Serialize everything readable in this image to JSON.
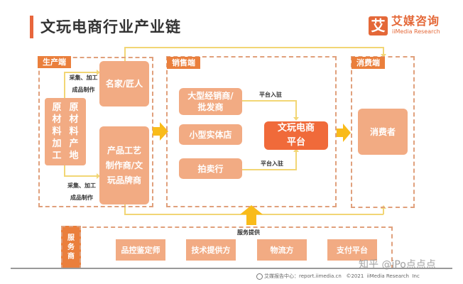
{
  "header": {
    "title": "文玩电商行业产业链"
  },
  "logo": {
    "glyph": "艾",
    "name_cn": "艾媒咨询",
    "name_en": "iiMedia Research"
  },
  "production": {
    "tag": "生产端",
    "raw_material": {
      "col1": "原材料加工",
      "col2": "原材料产地"
    },
    "note_top": {
      "line1": "采集、加工",
      "line2": "成品制作"
    },
    "note_bottom": {
      "line1": "采集、加工",
      "line2": "成品制作"
    },
    "masters": "名家/匠人",
    "makers": {
      "line1": "产品工艺",
      "line2": "制作商/文",
      "line3": "玩品牌商"
    }
  },
  "sales": {
    "tag": "销售端",
    "dealers": {
      "line1": "大型经销商/",
      "line2": "批发商"
    },
    "small_store": "小型实体店",
    "auction": "拍卖行",
    "platform": {
      "line1": "文玩电商",
      "line2": "平台"
    },
    "note_top": "平台入驻",
    "note_bottom": "平台入驻"
  },
  "consumer": {
    "tag": "消费端",
    "consumer": "消费者"
  },
  "service": {
    "tag": "服务商",
    "tag_chars": [
      "服",
      "务",
      "商"
    ],
    "provide_label": "服务提供",
    "items": [
      "品控鉴定师",
      "技术提供方",
      "物流方",
      "支付平台"
    ]
  },
  "footer": {
    "source": "艾媒报告中心：report.iimedia.cn   ©2021  iiMedia Research  Inc"
  },
  "watermark": {
    "text": "知乎 @iPo点点点"
  },
  "colors": {
    "accent": "#e8663c",
    "node": "#f2ab83",
    "platform": "#f06a3a",
    "tag": "#ea7f3c",
    "dash": "#e0a07c",
    "connector": "#f2d675",
    "arrow": "#f9bb1a"
  }
}
